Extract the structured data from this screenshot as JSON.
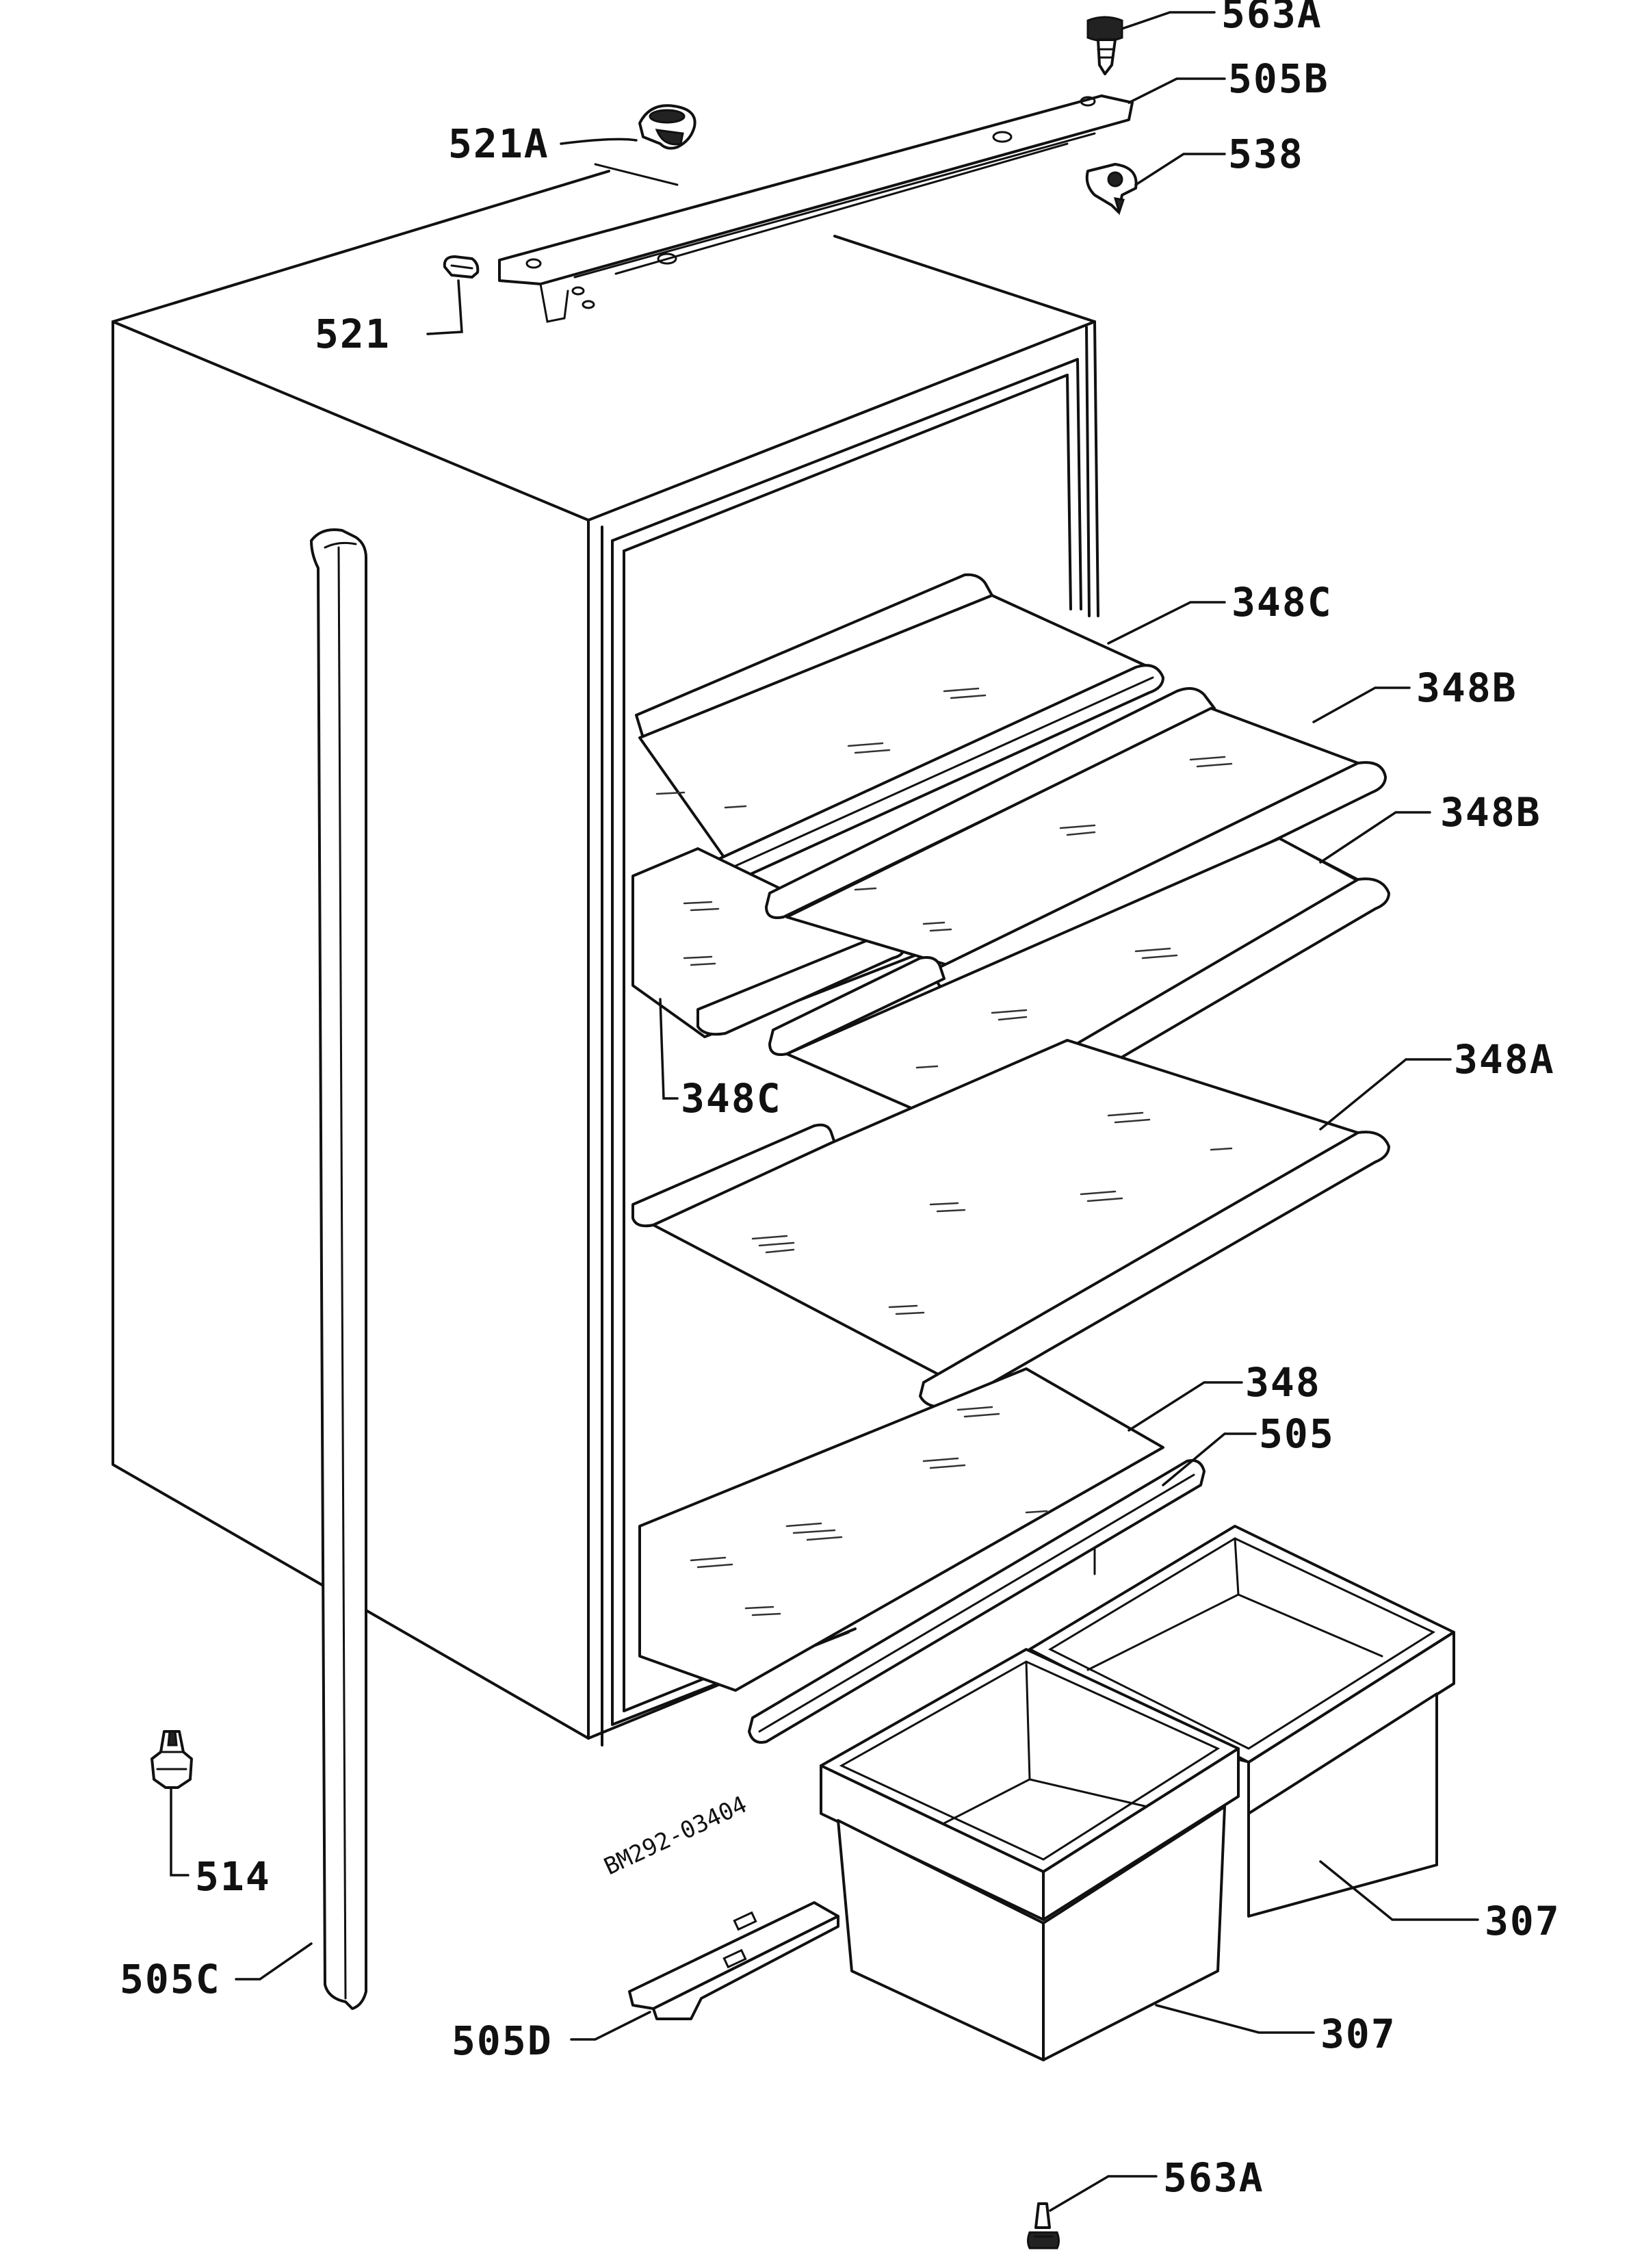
{
  "diagram": {
    "drawing_code": "BM292-03404",
    "labels": {
      "p563a_top": "563A",
      "p505b": "505B",
      "p521a": "521A",
      "p538": "538",
      "p521": "521",
      "p348c_top": "348C",
      "p348b_1": "348B",
      "p348b_2": "348B",
      "p348c_mid": "348C",
      "p348a": "348A",
      "p348": "348",
      "p505": "505",
      "p514": "514",
      "p307_right": "307",
      "p505c": "505C",
      "p505d": "505D",
      "p307_front": "307",
      "p563a_bottom": "563A"
    }
  }
}
